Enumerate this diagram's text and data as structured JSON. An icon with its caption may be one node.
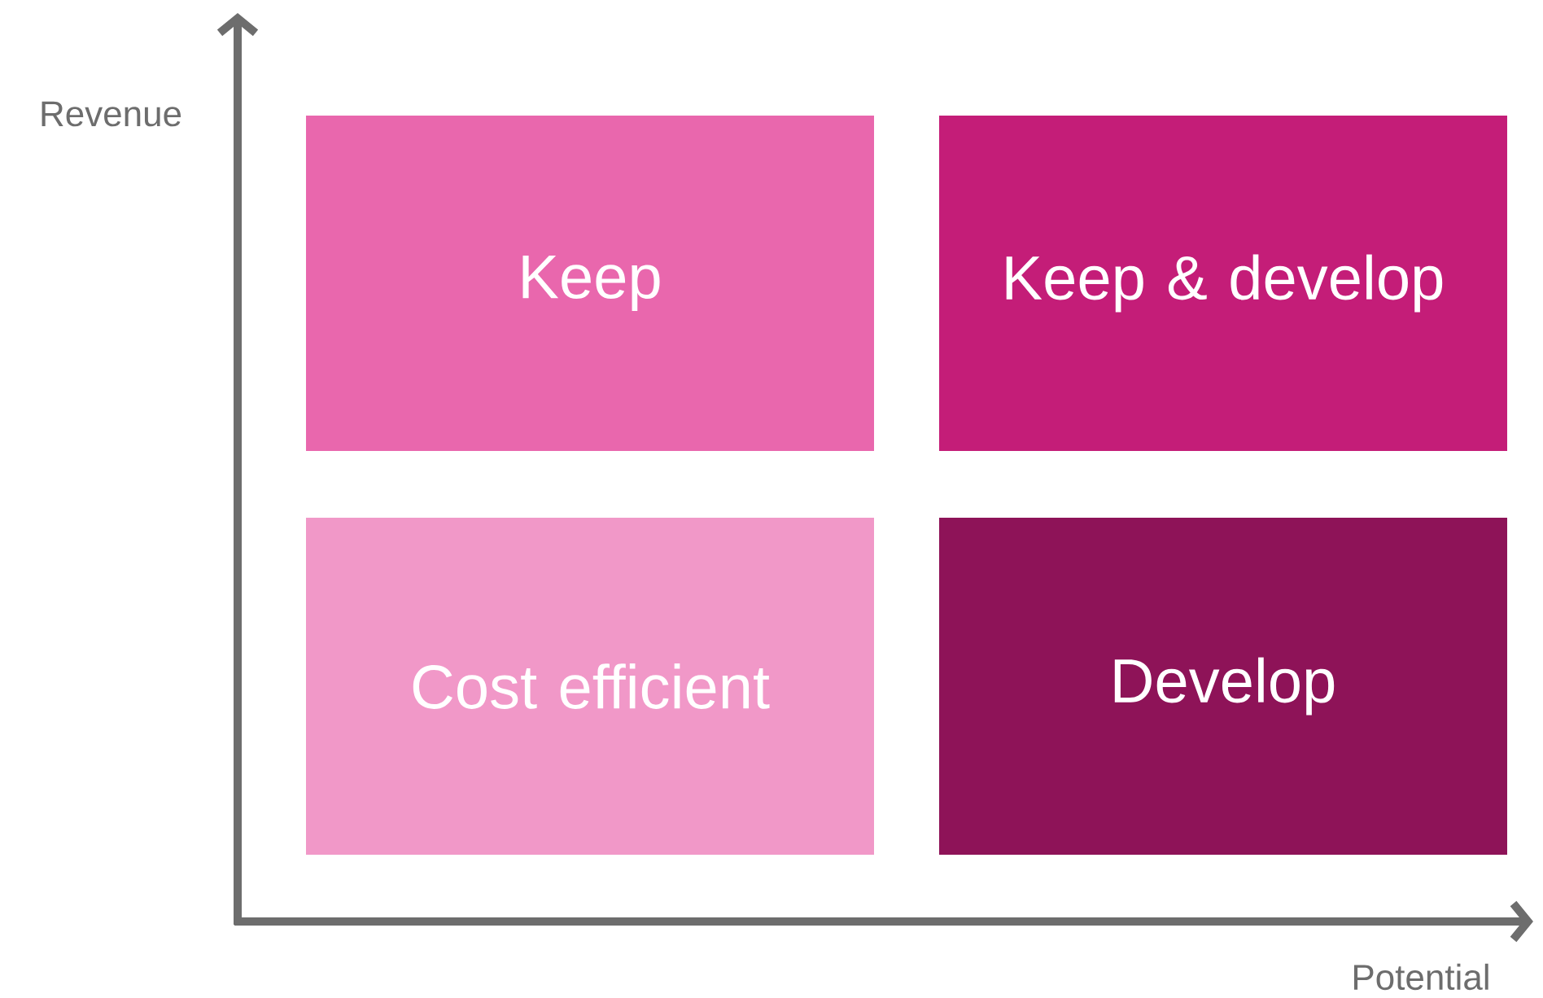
{
  "diagram": {
    "nodes": [
      {
        "text": [
          "Keep"
        ]
      },
      {
        "text": [
          "Keep & develop"
        ]
      },
      {
        "text": [
          "Cost efficient"
        ]
      },
      {
        "text": [
          "Develop"
        ]
      }
    ],
    "labels": [
      "Revenue",
      "Potential"
    ]
  }
}
